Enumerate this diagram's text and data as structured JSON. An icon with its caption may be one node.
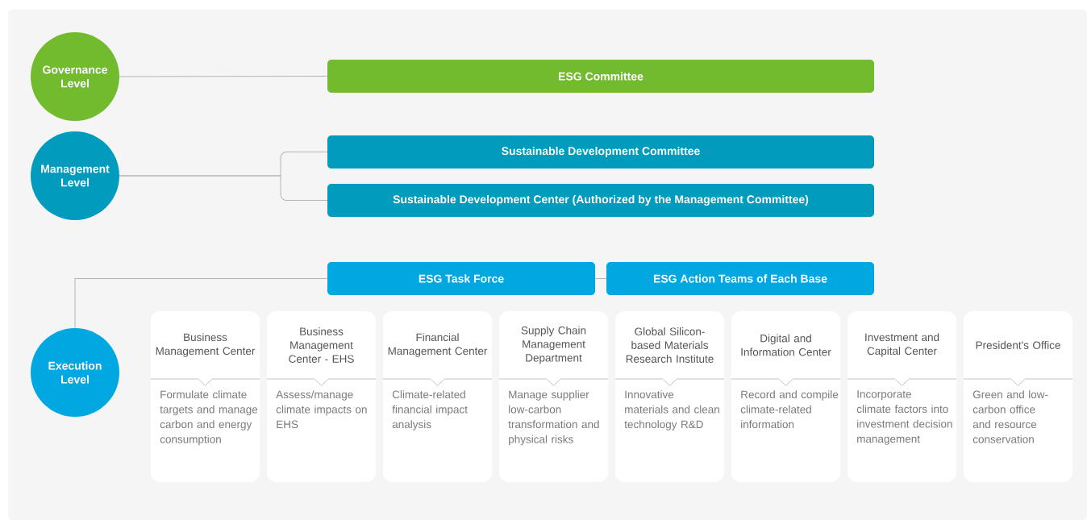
{
  "diagram": {
    "nodes": [
      {
        "text": [
          "Governance Level"
        ]
      },
      {
        "text": [
          "ESG Committee"
        ]
      },
      {
        "text": [
          "Management Level"
        ]
      },
      {
        "text": [
          "Sustainable Development Committee"
        ]
      },
      {
        "text": [
          "Sustainable Development Center (Authorized by the Management Committee)"
        ]
      },
      {
        "text": [
          "Execution Level"
        ]
      },
      {
        "text": [
          "ESG Task Force"
        ]
      },
      {
        "text": [
          "ESG Action Teams of Each Base"
        ]
      },
      {
        "text": [
          "Business Management Center",
          "Formulate climate targets and manage carbon and energy consumption"
        ]
      },
      {
        "text": [
          "Business Management Center - EHS",
          "Assess/manage climate impacts on EHS"
        ]
      },
      {
        "text": [
          "Financial Management Center",
          "Climate-related financial impact analysis"
        ]
      },
      {
        "text": [
          "Supply Chain Management Department",
          "Manage supplier low-carbon transformation and physical risks"
        ]
      },
      {
        "text": [
          "Global Silicon-based Materials Research Institute",
          "Innovative materials and clean technology R&D"
        ]
      },
      {
        "text": [
          "Digital and Information Center",
          "Record and compile climate-related information"
        ]
      },
      {
        "text": [
          "Investment and Capital Center",
          "Incorporate climate factors into investment decision management"
        ]
      },
      {
        "text": [
          "President's Office",
          "Green and low-carbon office and resource conservation"
        ]
      }
    ],
    "edges": [
      {
        "from": 0,
        "to": 1,
        "arrow": "none"
      },
      {
        "from": 2,
        "to": 3,
        "arrow": "none"
      },
      {
        "from": 2,
        "to": 4,
        "arrow": "none"
      },
      {
        "from": 5,
        "to": 6,
        "arrow": "none"
      },
      {
        "from": 6,
        "to": 7,
        "arrow": "none"
      }
    ]
  }
}
